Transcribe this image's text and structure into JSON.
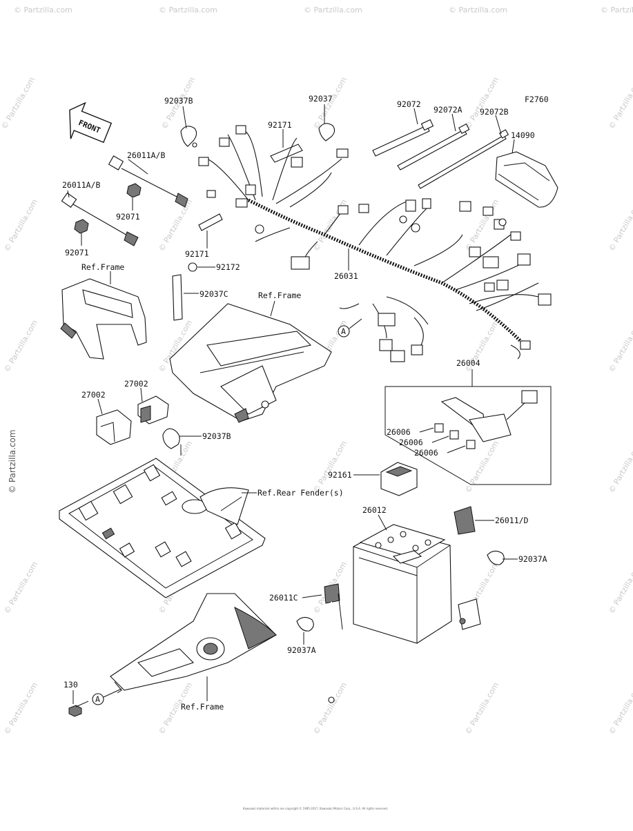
{
  "figure_code": "F2760",
  "front_label": "FRONT",
  "watermark": "© Partzilla.com",
  "copyright": "Kawasaki materials within are copyright © 1995-2017, Kawasaki Motors Corp., U.S.A. All rights reserved.",
  "labels": {
    "l92037b_top": "92037B",
    "l92037_top": "92037",
    "l92072": "92072",
    "l92072a": "92072A",
    "l92072b": "92072B",
    "l14090": "14090",
    "l92171_top": "92171",
    "l26011ab_1": "26011A/B",
    "l26011ab_2": "26011A/B",
    "l92071_1": "92071",
    "l92071_2": "92071",
    "l92171_mid": "92171",
    "l_ref_frame_1": "Ref.Frame",
    "l92172": "92172",
    "l92037c": "92037C",
    "l_ref_frame_2": "Ref.Frame",
    "l26031": "26031",
    "l_a_callout_1": "A",
    "l26004": "26004",
    "l27002_1": "27002",
    "l27002_2": "27002",
    "l92037b_mid": "92037B",
    "l26006_1": "26006",
    "l26006_2": "26006",
    "l26006_3": "26006",
    "l92161": "92161",
    "l_ref_rear_fender": "Ref.Rear Fender(s)",
    "l26012": "26012",
    "l26011d": "26011/D",
    "l92037a_1": "92037A",
    "l26011c": "26011C",
    "l92037a_2": "92037A",
    "l130": "130",
    "l_a_callout_2": "A",
    "l_ref_frame_3": "Ref.Frame"
  }
}
